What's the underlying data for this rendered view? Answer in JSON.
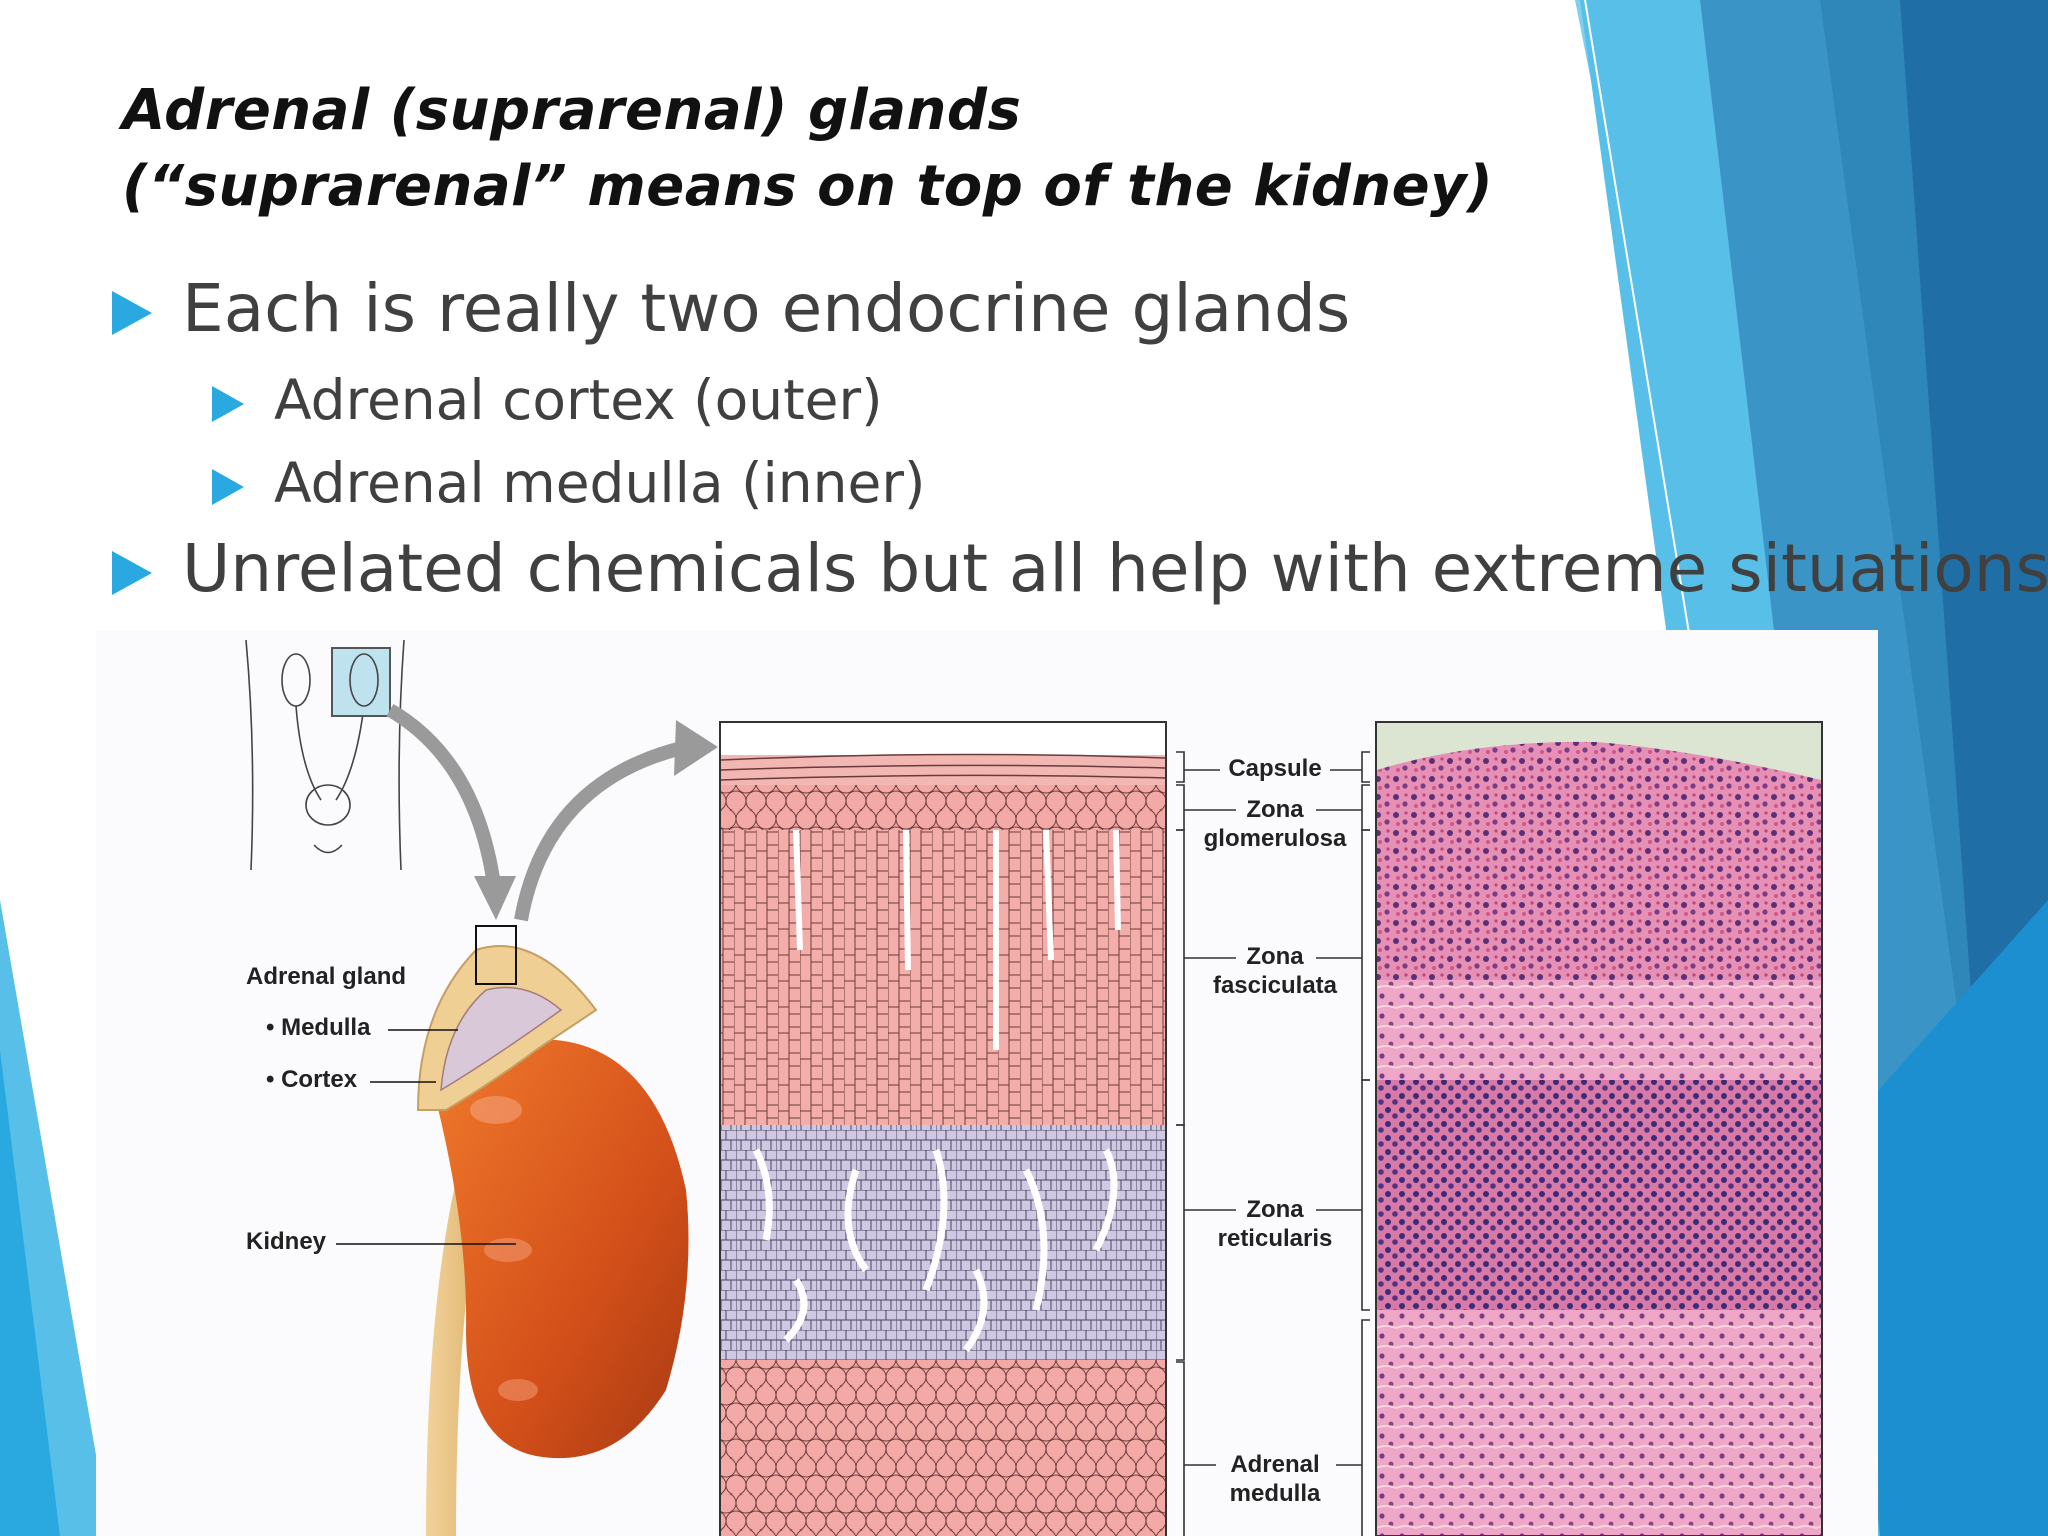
{
  "slide": {
    "title_line1": "Adrenal (suprarenal) glands",
    "title_line2": "(“suprarenal” means on top of the kidney)",
    "bullets": [
      {
        "level": 1,
        "text": "Each is really two endocrine glands"
      },
      {
        "level": 2,
        "text": "Adrenal cortex (outer)"
      },
      {
        "level": 2,
        "text": "Adrenal medulla (inner)"
      },
      {
        "level": 1,
        "text": "Unrelated chemicals but all help with extreme situations"
      }
    ],
    "bullet_icon": "triangle-right-icon"
  },
  "figure": {
    "gland_labels": {
      "adrenal_gland": "Adrenal gland",
      "medulla": "• Medulla",
      "cortex": "• Cortex",
      "kidney": "Kidney"
    },
    "zones": {
      "capsule": "Capsule",
      "glomerulosa": "Zona\nglomerulosa",
      "fasciculata": "Zona\nfasciculata",
      "reticularis": "Zona\nreticularis",
      "medulla": "Adrenal\nmedulla"
    }
  },
  "colors": {
    "accent": "#29a9e0",
    "bullet_text": "#404040",
    "title_text": "#111111",
    "kidney": "#d9531e",
    "cortex_drawing": "#f2a9a5",
    "reticularis_drawing": "#cbc4e0",
    "histology": "#c9487f"
  }
}
